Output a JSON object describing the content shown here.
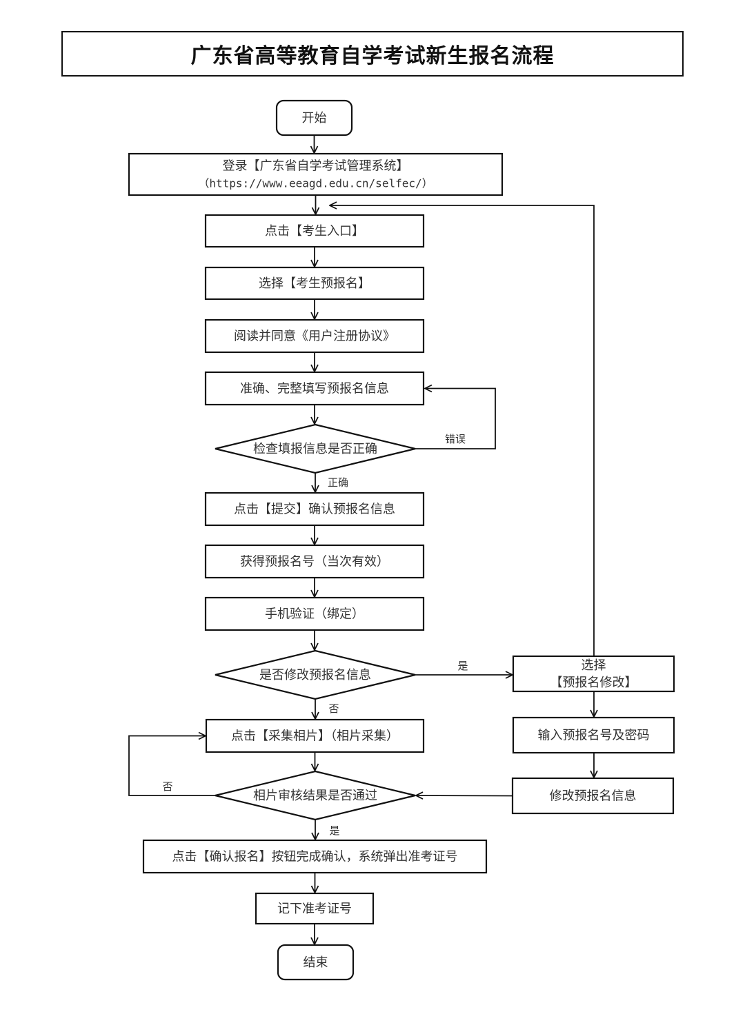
{
  "title": "广东省高等教育自学考试新生报名流程",
  "nodes": {
    "start": {
      "lines": [
        "开始"
      ],
      "shape": "terminal"
    },
    "login": {
      "lines": [
        "登录【广东省自学考试管理系统】",
        "（https://www.eeagd.edu.cn/selfec/）"
      ],
      "shape": "process"
    },
    "candidate_entry": {
      "lines": [
        "点击【考生入口】"
      ],
      "shape": "process"
    },
    "select_prereg": {
      "lines": [
        "选择【考生预报名】"
      ],
      "shape": "process"
    },
    "agree_terms": {
      "lines": [
        "阅读并同意《用户注册协议》"
      ],
      "shape": "process"
    },
    "fill_info": {
      "lines": [
        "准确、完整填写预报名信息"
      ],
      "shape": "process"
    },
    "check_info": {
      "lines": [
        "检查填报信息是否正确"
      ],
      "shape": "decision"
    },
    "submit": {
      "lines": [
        "点击【提交】确认预报名信息"
      ],
      "shape": "process"
    },
    "get_number": {
      "lines": [
        "获得预报名号（当次有效）"
      ],
      "shape": "process"
    },
    "phone_verify": {
      "lines": [
        "手机验证（绑定）"
      ],
      "shape": "process"
    },
    "modify_decision": {
      "lines": [
        "是否修改预报名信息"
      ],
      "shape": "decision"
    },
    "select_modify": {
      "lines": [
        "选择",
        "【预报名修改】"
      ],
      "shape": "process"
    },
    "enter_credentials": {
      "lines": [
        "输入预报名号及密码"
      ],
      "shape": "process"
    },
    "modify_info": {
      "lines": [
        "修改预报名信息"
      ],
      "shape": "process"
    },
    "collect_photo": {
      "lines": [
        "点击【采集相片】（相片采集）"
      ],
      "shape": "process"
    },
    "photo_review": {
      "lines": [
        "相片审核结果是否通过"
      ],
      "shape": "decision"
    },
    "confirm_reg": {
      "lines": [
        "点击【确认报名】按钮完成确认，系统弹出准考证号"
      ],
      "shape": "process"
    },
    "note_number": {
      "lines": [
        "记下准考证号"
      ],
      "shape": "process"
    },
    "end": {
      "lines": [
        "结束"
      ],
      "shape": "terminal"
    }
  },
  "edges": [
    {
      "from": "start",
      "to": "login",
      "label": ""
    },
    {
      "from": "login",
      "to": "candidate_entry",
      "label": ""
    },
    {
      "from": "candidate_entry",
      "to": "select_prereg",
      "label": ""
    },
    {
      "from": "select_prereg",
      "to": "agree_terms",
      "label": ""
    },
    {
      "from": "agree_terms",
      "to": "fill_info",
      "label": ""
    },
    {
      "from": "fill_info",
      "to": "check_info",
      "label": ""
    },
    {
      "from": "check_info",
      "to": "fill_info",
      "label": "错误"
    },
    {
      "from": "check_info",
      "to": "submit",
      "label": "正确"
    },
    {
      "from": "submit",
      "to": "get_number",
      "label": ""
    },
    {
      "from": "get_number",
      "to": "phone_verify",
      "label": ""
    },
    {
      "from": "phone_verify",
      "to": "modify_decision",
      "label": ""
    },
    {
      "from": "modify_decision",
      "to": "select_modify",
      "label": "是"
    },
    {
      "from": "modify_decision",
      "to": "collect_photo",
      "label": "否"
    },
    {
      "from": "select_modify",
      "to": "enter_credentials",
      "label": ""
    },
    {
      "from": "enter_credentials",
      "to": "modify_info",
      "label": ""
    },
    {
      "from": "modify_info",
      "to": "photo_review",
      "label": ""
    },
    {
      "from": "collect_photo",
      "to": "photo_review",
      "label": ""
    },
    {
      "from": "photo_review",
      "to": "collect_photo",
      "label": "否"
    },
    {
      "from": "photo_review",
      "to": "confirm_reg",
      "label": "是"
    },
    {
      "from": "confirm_reg",
      "to": "note_number",
      "label": ""
    },
    {
      "from": "note_number",
      "to": "end",
      "label": ""
    },
    {
      "from": "select_modify",
      "to": "candidate_entry",
      "label": ""
    }
  ]
}
